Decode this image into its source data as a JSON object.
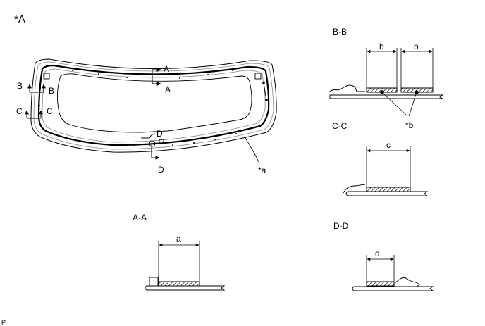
{
  "figure_label": "*A",
  "callouts": {
    "seal_strip": "*a",
    "adhesive": "*b"
  },
  "section_markers": {
    "a": "A",
    "b": "B",
    "c": "C",
    "d": "D"
  },
  "sections": {
    "aa": {
      "title": "A-A",
      "dimension": "a"
    },
    "bb": {
      "title": "B-B",
      "dimension": "b"
    },
    "cc": {
      "title": "C-C",
      "dimension": "c"
    },
    "dd": {
      "title": "D-D",
      "dimension": "d"
    }
  },
  "footer_code": "P",
  "colors": {
    "line": "#000000",
    "gray": "#666666",
    "fill": "#ffffff"
  }
}
